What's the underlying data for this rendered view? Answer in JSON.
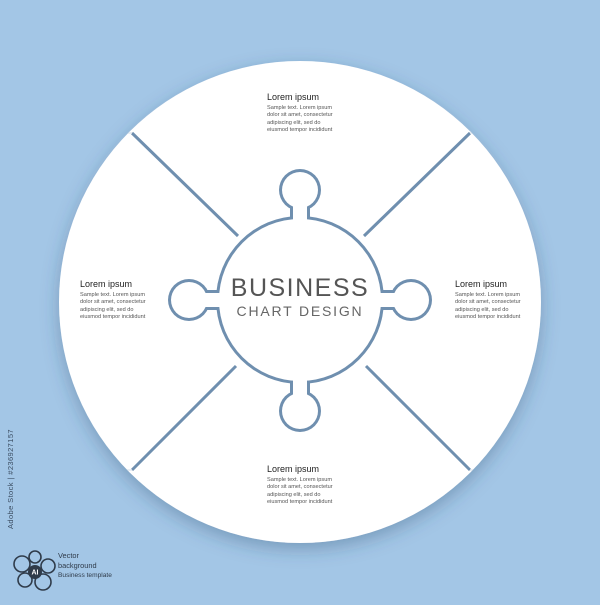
{
  "diagram": {
    "title": "BUSINESS",
    "subtitle": "CHART DESIGN",
    "colors": {
      "background": "#a3c6e6",
      "disc": "#ffffff",
      "seam": "#6f8faf",
      "title": "#555555"
    },
    "blocks": [
      {
        "id": "top",
        "title": "Lorem ipsum",
        "lines": [
          "Sample text. Lorem ipsum",
          "dolor sit amet, consectetur",
          "adipiscing elit, sed do",
          "eiusmod tempor incididunt"
        ]
      },
      {
        "id": "right",
        "title": "Lorem ipsum",
        "lines": [
          "Sample text. Lorem ipsum",
          "dolor sit amet, consectetur",
          "adipiscing elit, sed do",
          "eiusmod tempor incididunt"
        ]
      },
      {
        "id": "bottom",
        "title": "Lorem ipsum",
        "lines": [
          "Sample text. Lorem ipsum",
          "dolor sit amet, consectetur",
          "adipiscing elit, sed do",
          "eiusmod tempor incididunt"
        ]
      },
      {
        "id": "left",
        "title": "Lorem ipsum",
        "lines": [
          "Sample text. Lorem ipsum",
          "dolor sit amet, consectetur",
          "adipiscing elit, sed do",
          "eiusmod tempor incididunt"
        ]
      }
    ]
  },
  "footer": {
    "side_id": "Adobe Stock | #236927157",
    "icon": "vector-ai-badge-icon",
    "badge_icon_text": "AI",
    "lines": [
      "Vector",
      "background",
      "Business template"
    ]
  }
}
